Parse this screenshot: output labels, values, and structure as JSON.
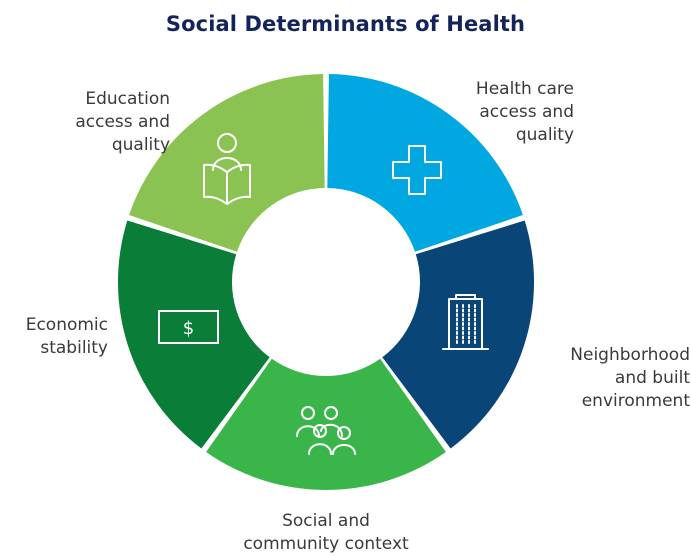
{
  "title": "Social Determinants of Health",
  "segments": [
    {
      "id": "health-care",
      "lines": [
        "Health care",
        "access and",
        "quality"
      ],
      "color": "#00a7e1",
      "icon": "medical-cross-icon"
    },
    {
      "id": "neighborhood",
      "lines": [
        "Neighborhood",
        "and built",
        "environment"
      ],
      "color": "#0a4577",
      "icon": "building-icon"
    },
    {
      "id": "social-community",
      "lines": [
        "Social and",
        "community context"
      ],
      "color": "#39b54a",
      "icon": "people-group-icon"
    },
    {
      "id": "economic",
      "lines": [
        "Economic",
        "stability"
      ],
      "color": "#0a7e38",
      "icon": "dollar-bill-icon"
    },
    {
      "id": "education",
      "lines": [
        "Education",
        "access and",
        "quality"
      ],
      "color": "#8bc352",
      "icon": "reader-book-icon"
    }
  ]
}
